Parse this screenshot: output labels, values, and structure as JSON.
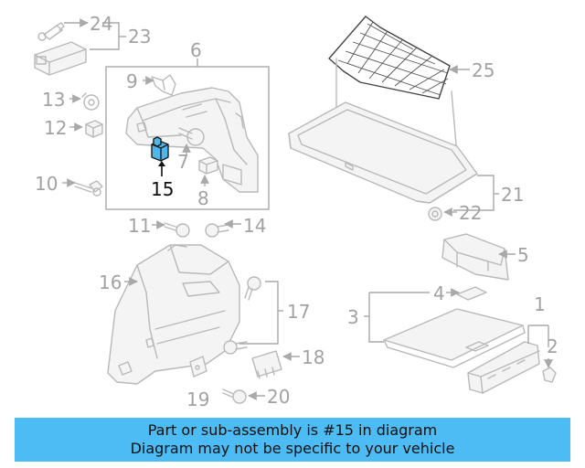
{
  "callouts": {
    "c1": "1",
    "c2": "2",
    "c3": "3",
    "c4": "4",
    "c5": "5",
    "c6": "6",
    "c7": "7",
    "c8": "8",
    "c9": "9",
    "c10": "10",
    "c11": "11",
    "c12": "12",
    "c13": "13",
    "c14": "14",
    "c15": "15",
    "c16": "16",
    "c17": "17",
    "c18": "18",
    "c19": "19",
    "c20": "20",
    "c21": "21",
    "c22": "22",
    "c23": "23",
    "c24": "24",
    "c25": "25"
  },
  "highlighted_part": "15",
  "banner": {
    "line1": "Part or sub-assembly is #15 in diagram",
    "line2": "Diagram may not be specific to your vehicle"
  },
  "colors": {
    "banner_bg": "#4dbbf4",
    "highlight_part": "#4fb6ea",
    "line_gray": "#b9b9b9",
    "label_gray": "#a2a2a2"
  }
}
